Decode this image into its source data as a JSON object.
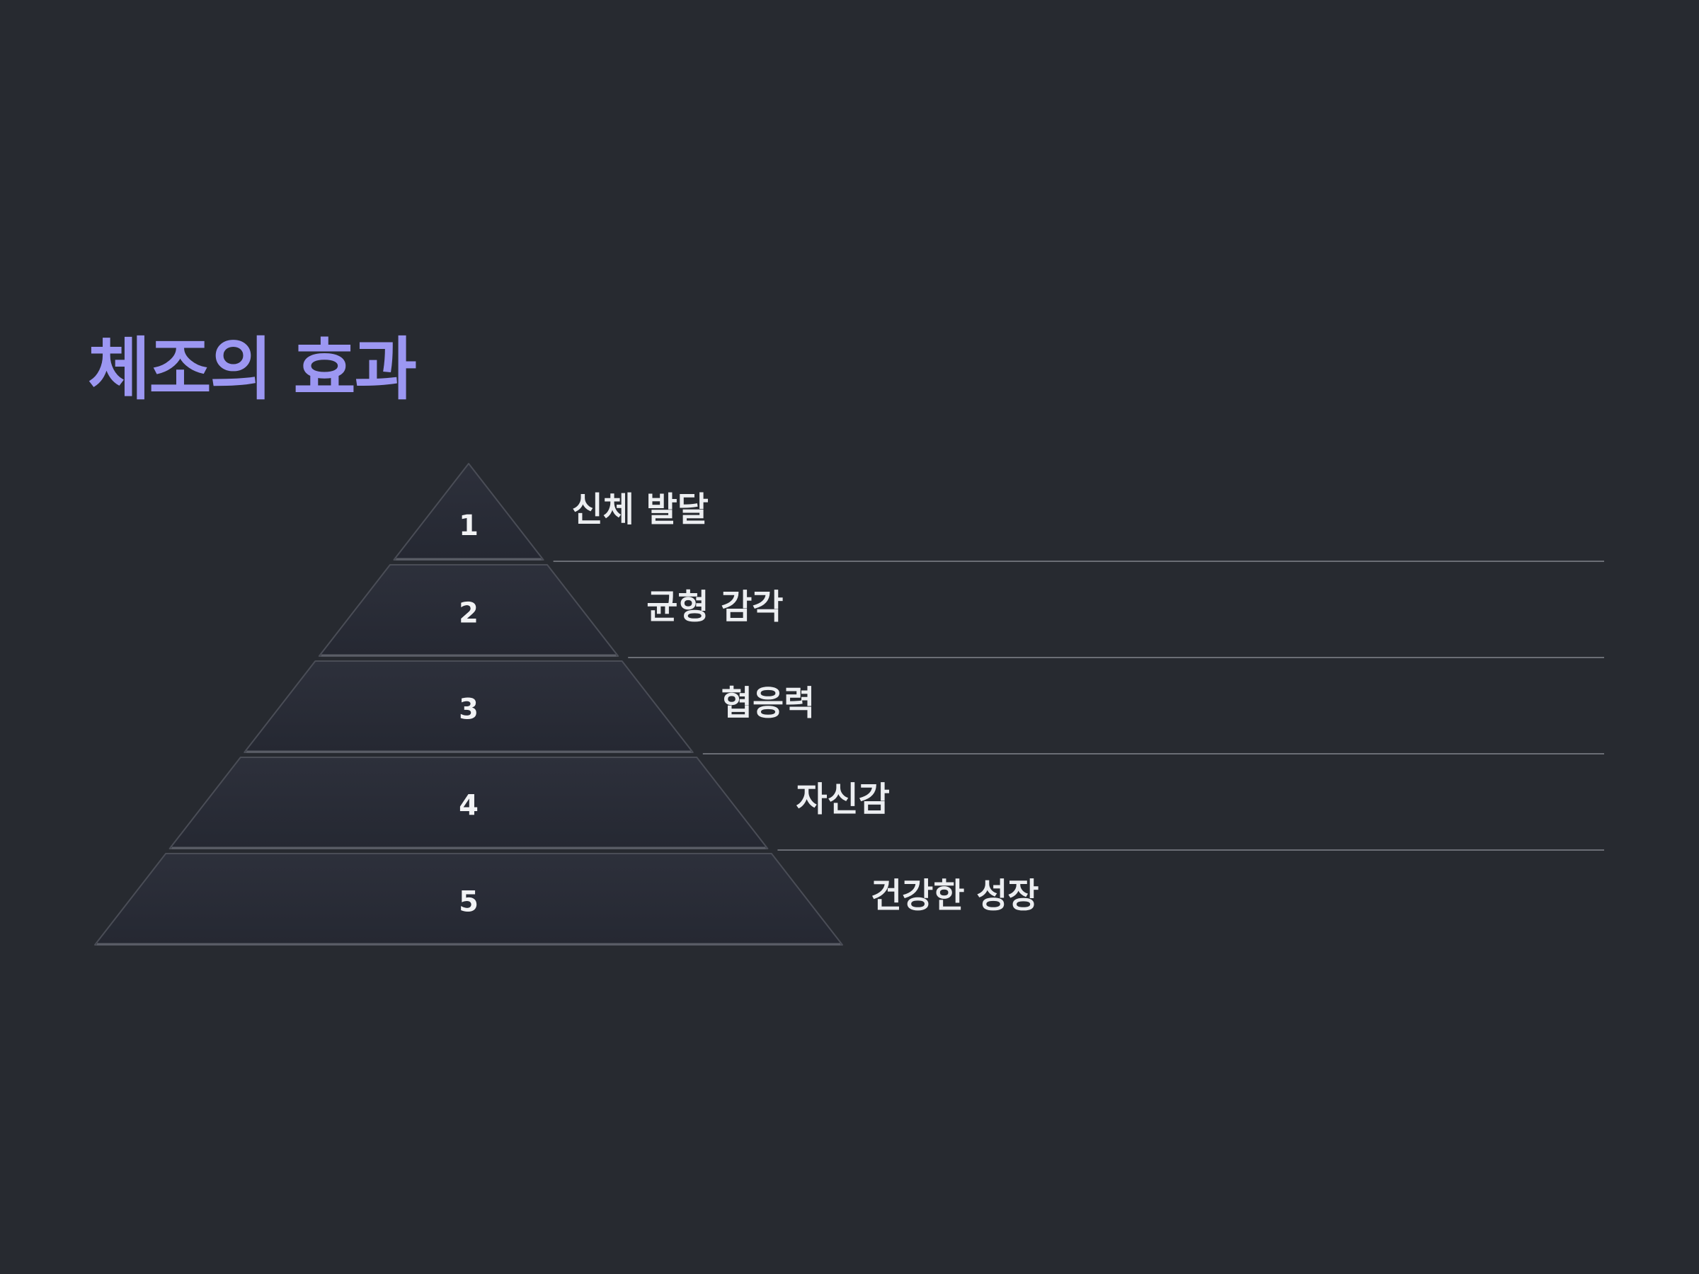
{
  "slide": {
    "title": "체조의 효과"
  },
  "pyramid": {
    "levels": [
      {
        "number": "1",
        "label": "신체 발달"
      },
      {
        "number": "2",
        "label": "균형 감각"
      },
      {
        "number": "3",
        "label": "협응력"
      },
      {
        "number": "4",
        "label": "자신감"
      },
      {
        "number": "5",
        "label": "건강한 성장"
      }
    ]
  },
  "colors": {
    "background": "#272a30",
    "title": "#9c97f2",
    "level_fill": "#2a2d37",
    "text": "#eceef1",
    "divider": "#6b6e75"
  }
}
